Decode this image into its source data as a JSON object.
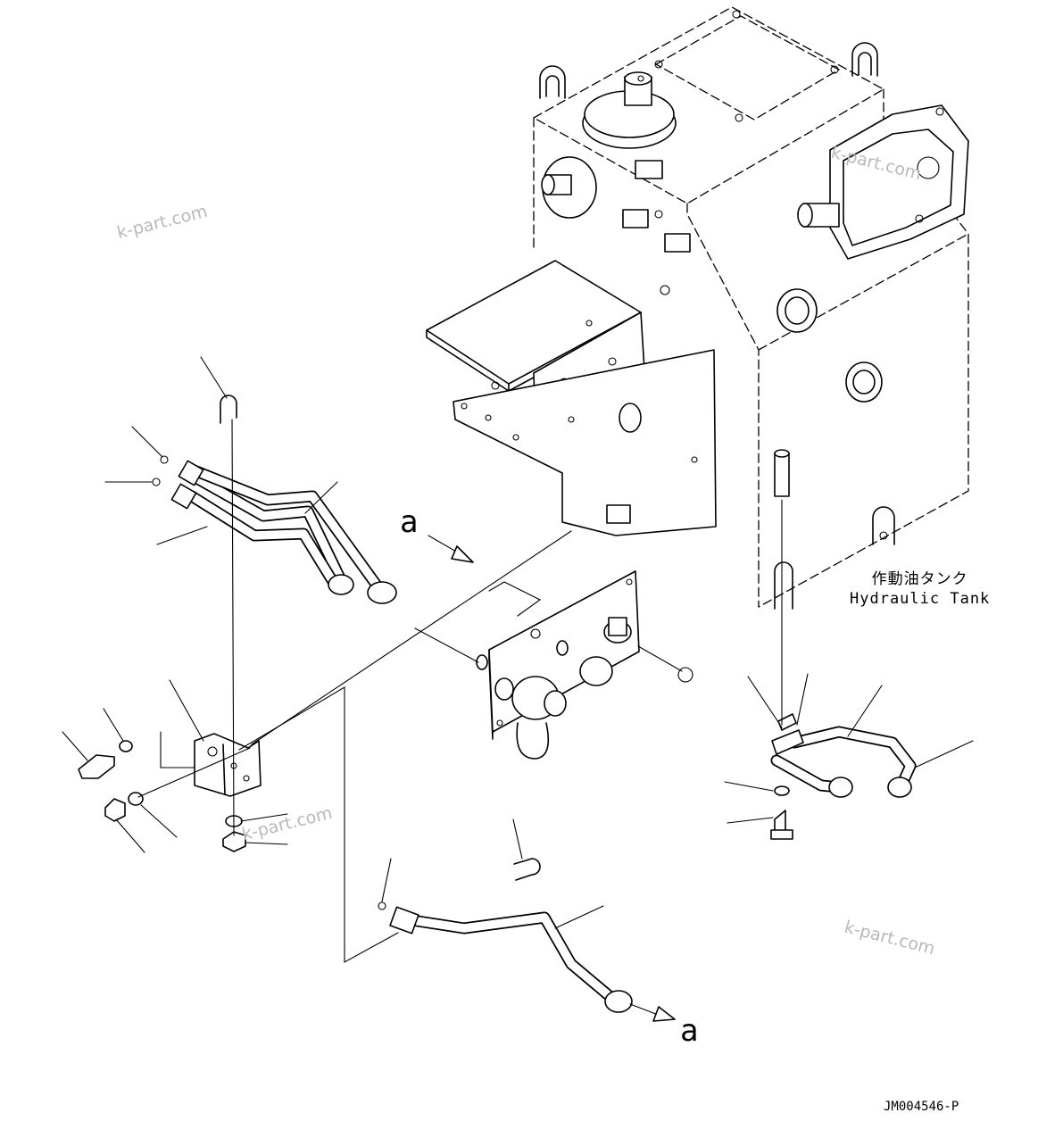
{
  "labels": {
    "tank_jp": "作動油タンク",
    "tank_en": "Hydraulic Tank",
    "arrow_a_top": "a",
    "arrow_a_bottom": "a",
    "drawing_code": "JM004546-P"
  },
  "watermarks": [
    "k-part.com",
    "k-part.com",
    "k-part.com",
    "k-part.com"
  ],
  "colors": {
    "line": "#000000",
    "background": "#ffffff",
    "watermark": "#b9b9b9"
  }
}
